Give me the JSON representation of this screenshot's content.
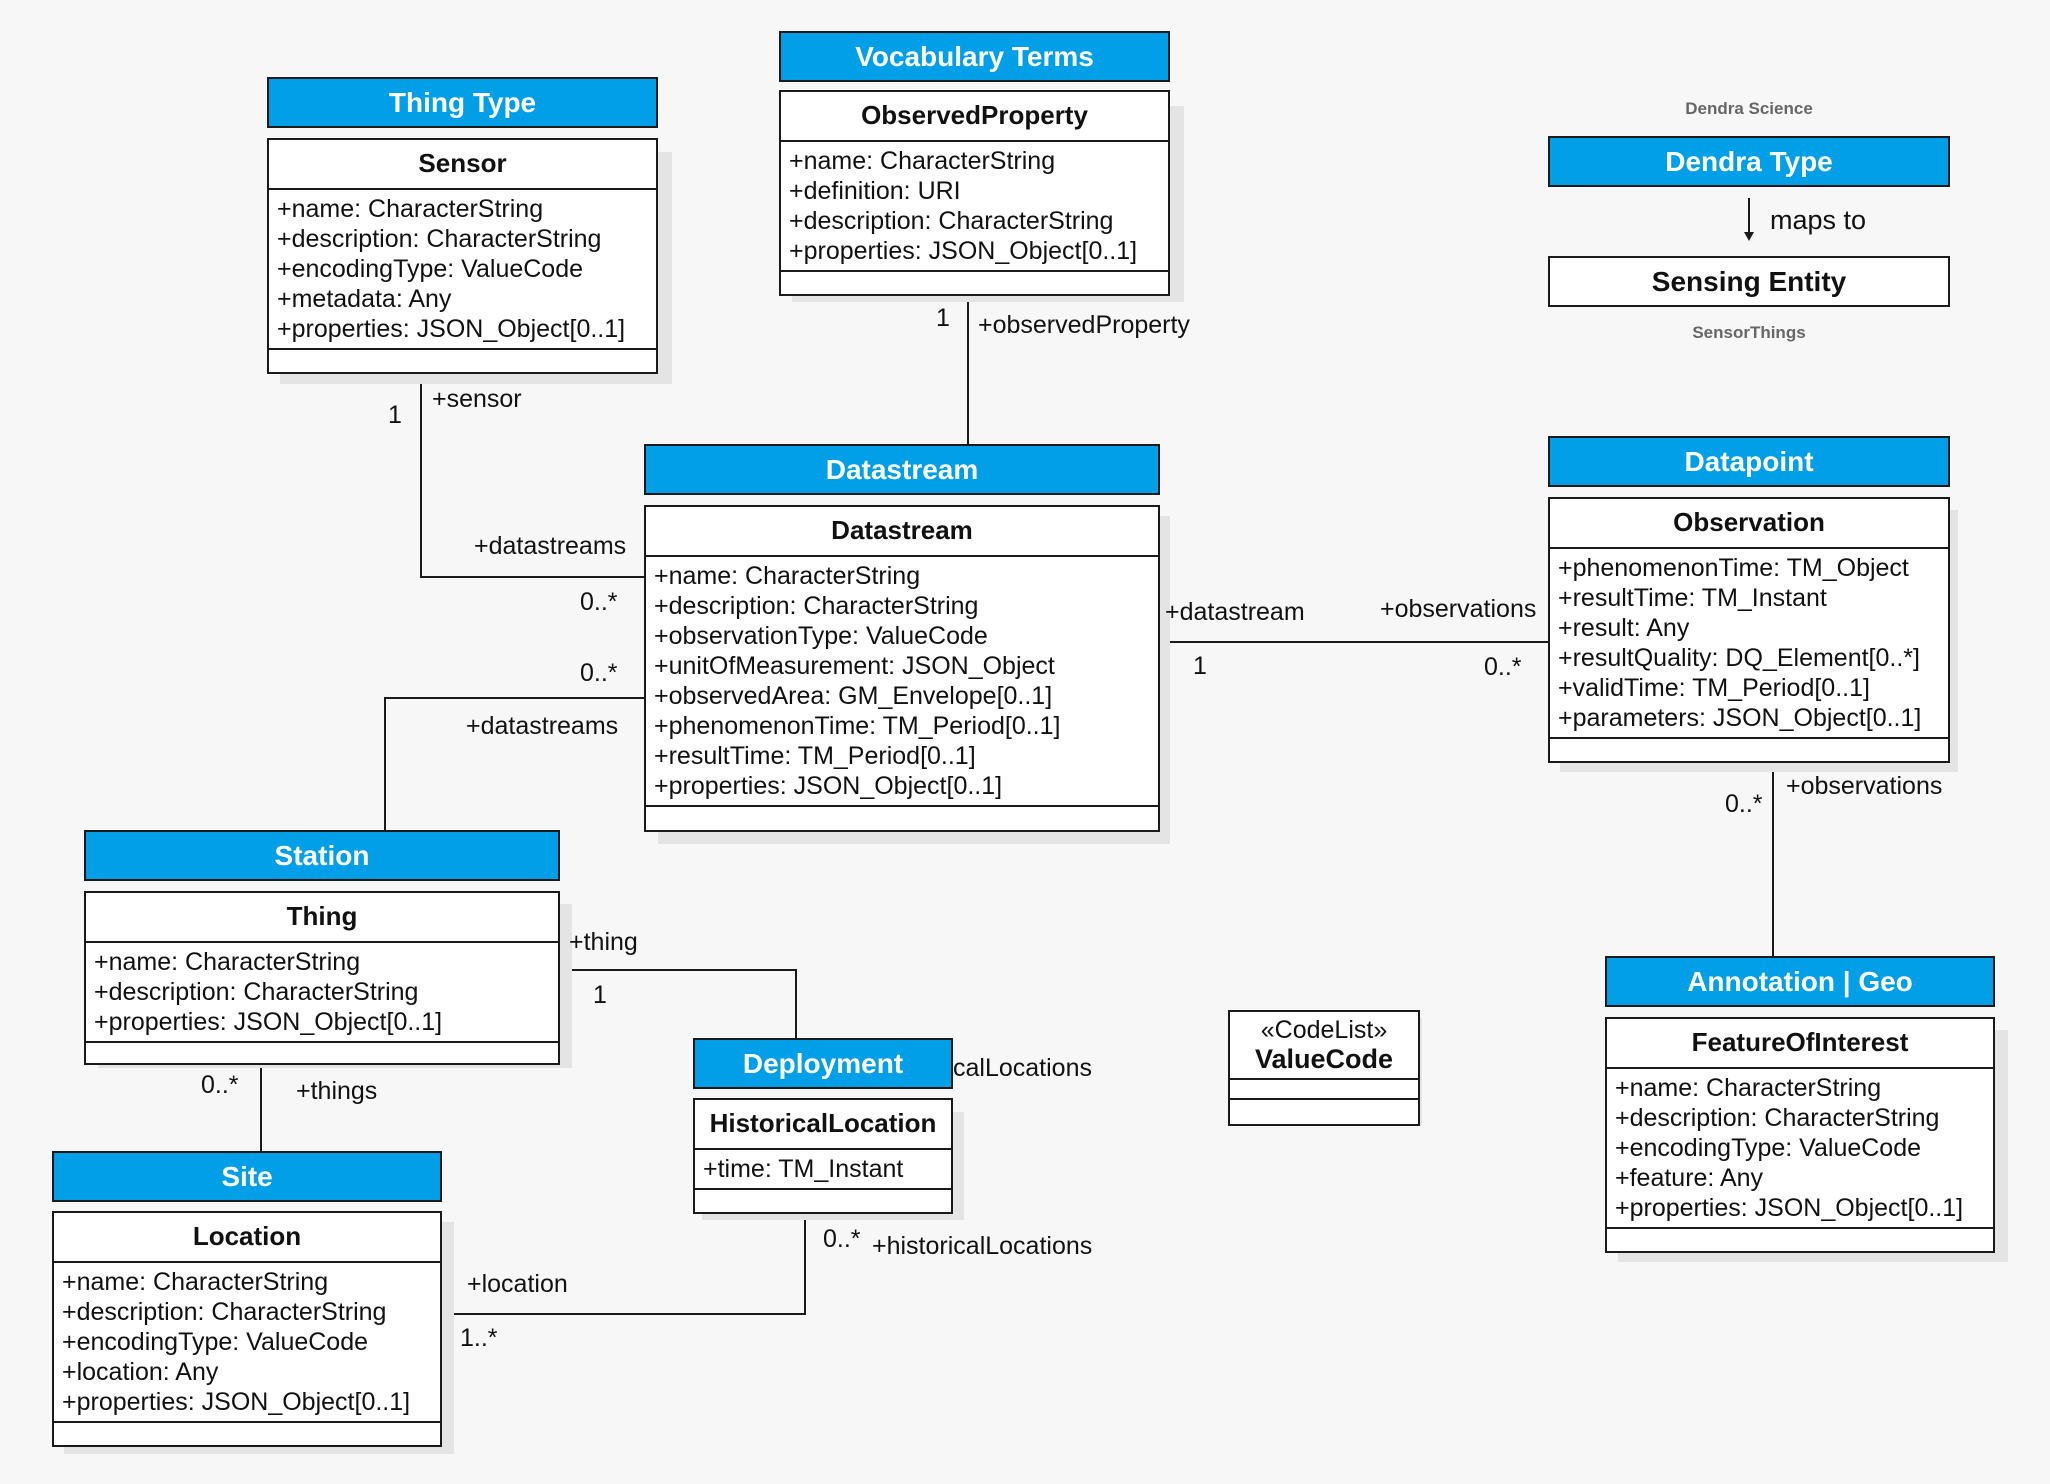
{
  "legend": {
    "top_caption": "Dendra Science",
    "type_label": "Dendra Type",
    "maps_to": "maps to",
    "entity_label": "Sensing Entity",
    "bottom_caption": "SensorThings"
  },
  "classes": {
    "sensor": {
      "header": "Thing Type",
      "name": "Sensor",
      "attributes": [
        "+name: CharacterString",
        "+description: CharacterString",
        "+encodingType: ValueCode",
        "+metadata: Any",
        "+properties: JSON_Object[0..1]"
      ]
    },
    "observed_property": {
      "header": "Vocabulary Terms",
      "name": "ObservedProperty",
      "attributes": [
        "+name: CharacterString",
        "+definition: URI",
        "+description: CharacterString",
        "+properties: JSON_Object[0..1]"
      ]
    },
    "datastream": {
      "header": "Datastream",
      "name": "Datastream",
      "attributes": [
        "+name: CharacterString",
        "+description: CharacterString",
        "+observationType: ValueCode",
        "+unitOfMeasurement: JSON_Object",
        "+observedArea: GM_Envelope[0..1]",
        "+phenomenonTime: TM_Period[0..1]",
        "+resultTime: TM_Period[0..1]",
        "+properties: JSON_Object[0..1]"
      ]
    },
    "observation": {
      "header": "Datapoint",
      "name": "Observation",
      "attributes": [
        "+phenomenonTime: TM_Object",
        "+resultTime: TM_Instant",
        "+result: Any",
        "+resultQuality: DQ_Element[0..*]",
        "+validTime: TM_Period[0..1]",
        "+parameters: JSON_Object[0..1]"
      ]
    },
    "thing": {
      "header": "Station",
      "name": "Thing",
      "attributes": [
        "+name: CharacterString",
        "+description: CharacterString",
        "+properties: JSON_Object[0..1]"
      ]
    },
    "historical_location": {
      "header": "Deployment",
      "name": "HistoricalLocation",
      "attributes": [
        "+time: TM_Instant"
      ]
    },
    "location": {
      "header": "Site",
      "name": "Location",
      "attributes": [
        "+name: CharacterString",
        "+description: CharacterString",
        "+encodingType: ValueCode",
        "+location: Any",
        "+properties: JSON_Object[0..1]"
      ]
    },
    "feature_of_interest": {
      "header": "Annotation | Geo",
      "name": "FeatureOfInterest",
      "attributes": [
        "+name: CharacterString",
        "+description: CharacterString",
        "+encodingType: ValueCode",
        "+feature: Any",
        "+properties: JSON_Object[0..1]"
      ]
    }
  },
  "codelist": {
    "stereotype": "«CodeList»",
    "name": "ValueCode"
  },
  "associations": {
    "sensor_datastream": {
      "role_a": "+sensor",
      "mult_a": "1",
      "role_b": "+datastreams",
      "mult_b": "0..*"
    },
    "property_datastream": {
      "mult_a": "1",
      "role_a": "+observedProperty"
    },
    "datastream_observation": {
      "role_a": "+datastream",
      "mult_a": "1",
      "role_b": "+observations",
      "mult_b": "0..*"
    },
    "thing_datastream": {
      "mult_b": "0..*",
      "role_b": "+datastreams"
    },
    "observation_feature": {
      "mult": "0..*",
      "role": "+observations"
    },
    "thing_deployment": {
      "role": "+thing",
      "mult": "1",
      "partial_role": "calLocations"
    },
    "thing_location": {
      "mult": "0..*",
      "role": "+things"
    },
    "deployment_location": {
      "mult_a": "0..*",
      "role_a": "+historicalLocations",
      "role_b": "+location",
      "mult_b": "1..*"
    }
  }
}
